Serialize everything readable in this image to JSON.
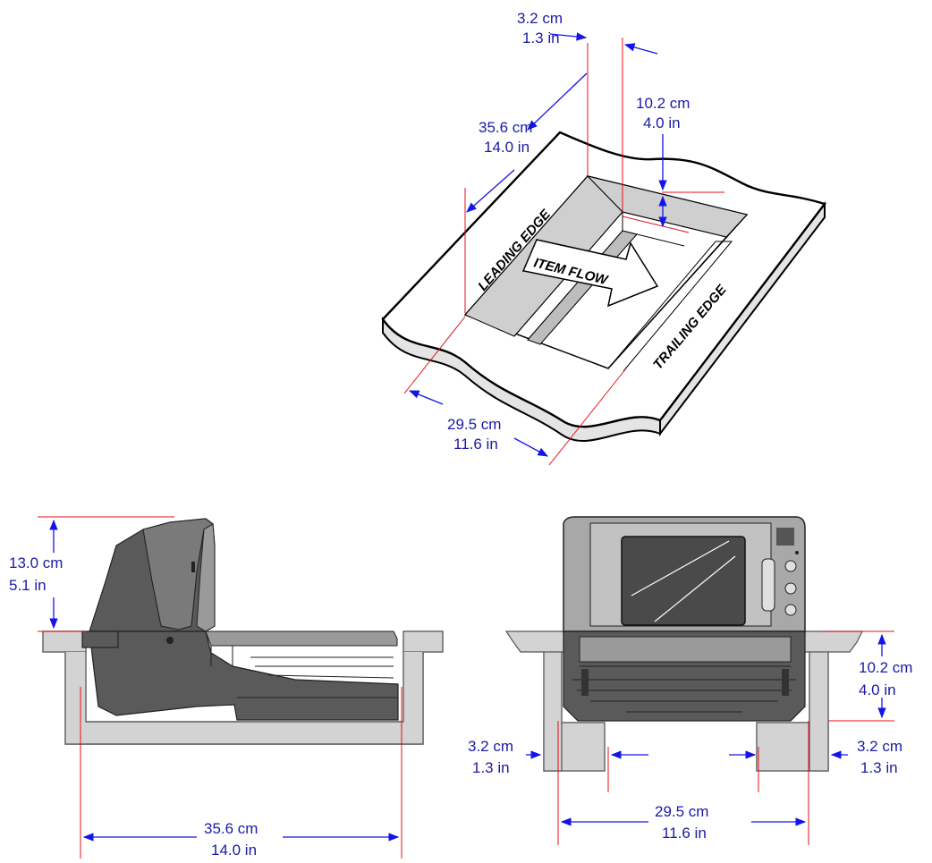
{
  "top_view": {
    "offset_dim": {
      "cm": "3.2 cm",
      "in": "1.3 in"
    },
    "depth_dim": {
      "cm": "10.2 cm",
      "in": "4.0 in"
    },
    "length_dim": {
      "cm": "35.6 cm",
      "in": "14.0 in"
    },
    "width_dim": {
      "cm": "29.5 cm",
      "in": "11.6 in"
    },
    "leading_edge_label": "LEADING EDGE",
    "trailing_edge_label": "TRAILING EDGE",
    "item_flow_label": "ITEM FLOW"
  },
  "side_view": {
    "height_dim": {
      "cm": "13.0 cm",
      "in": "5.1 in"
    },
    "length_dim": {
      "cm": "35.6 cm",
      "in": "14.0 in"
    }
  },
  "front_view": {
    "depth_dim": {
      "cm": "10.2 cm",
      "in": "4.0 in"
    },
    "left_lip_dim": {
      "cm": "3.2 cm",
      "in": "1.3 in"
    },
    "right_lip_dim": {
      "cm": "3.2 cm",
      "in": "1.3 in"
    },
    "width_dim": {
      "cm": "29.5 cm",
      "in": "11.6 in"
    }
  },
  "colors": {
    "dimension_text": "#1a1aa6",
    "dimension_arrow": "#1414e6",
    "extension_line": "#e0101a",
    "counter_fill": "#d3d3d3",
    "scanner_body": "#5a5a5a"
  }
}
